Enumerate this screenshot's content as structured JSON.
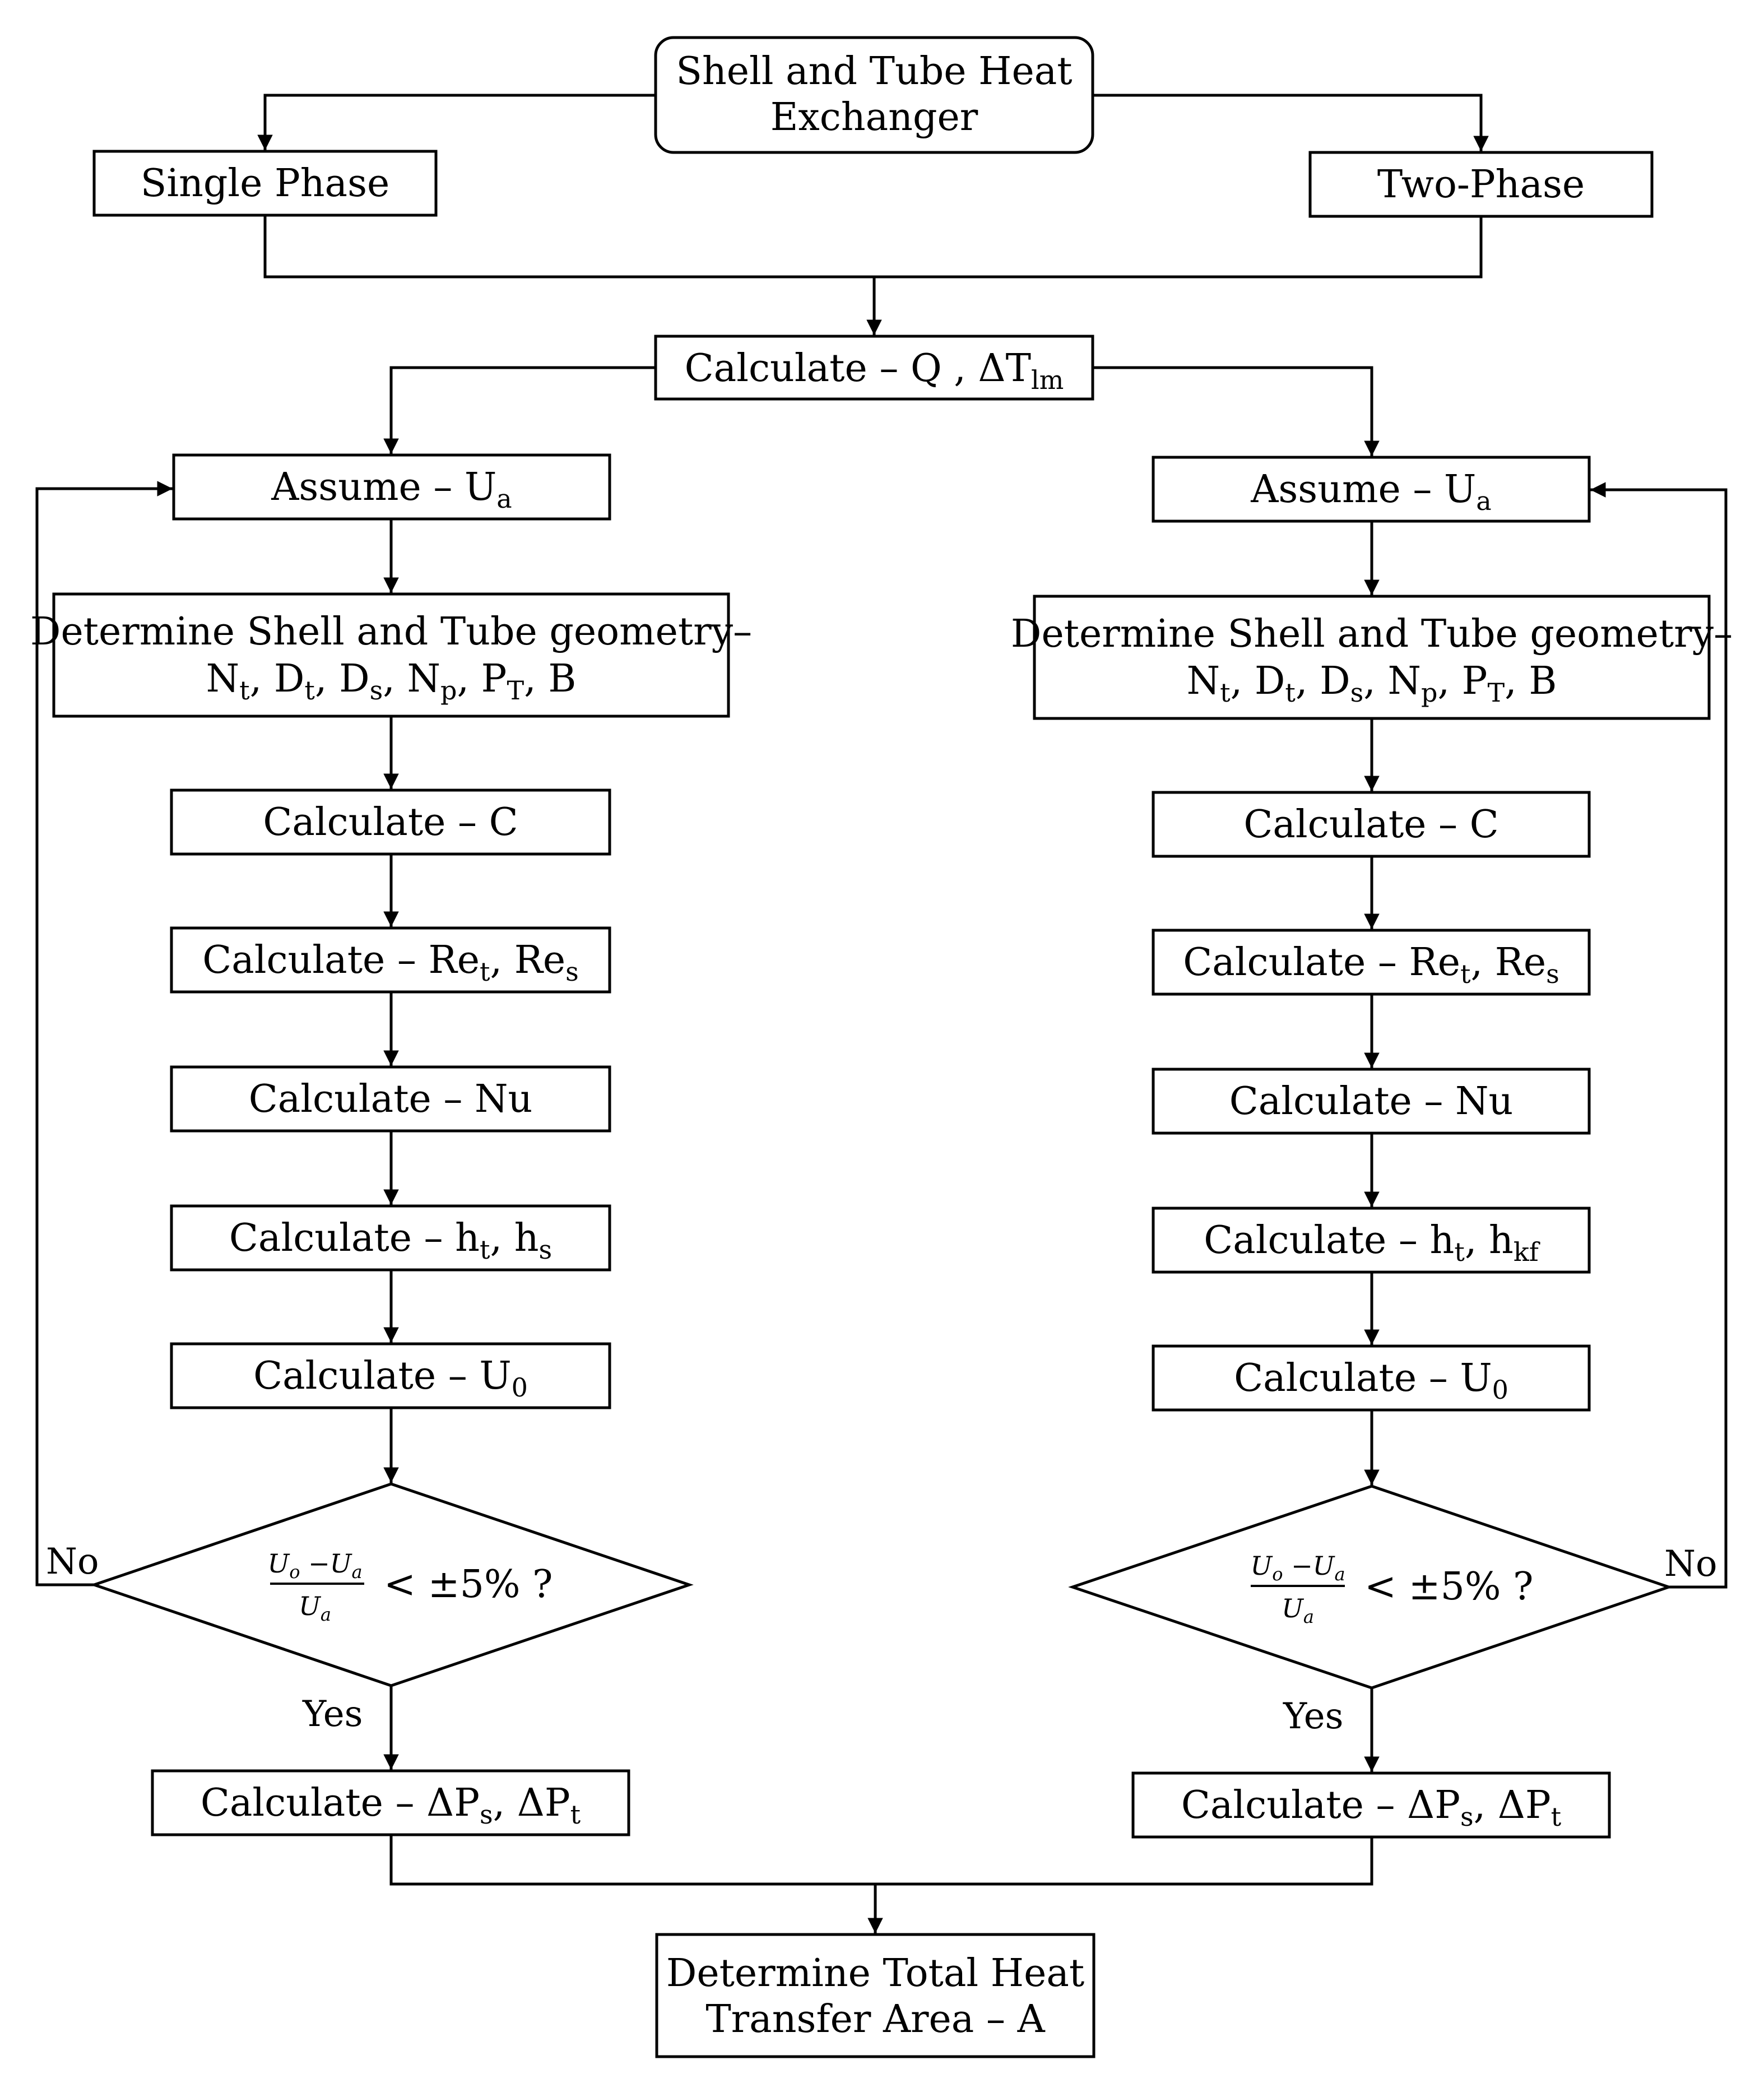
{
  "top": {
    "line1": "Shell and Tube Heat",
    "line2": "Exchanger"
  },
  "phases": {
    "single": "Single Phase",
    "two": "Two-Phase"
  },
  "calc_q": {
    "prefix": "Calculate – Q , ΔT",
    "sub": "lm"
  },
  "left": {
    "assume": {
      "prefix": "Assume – U",
      "sub": "a"
    },
    "geometry": {
      "line1": "Determine Shell and Tube geometry–",
      "g1": "N",
      "g1s": "t",
      "g2": ", D",
      "g2s": "t",
      "g3": ", D",
      "g3s": "s",
      "g4": ", N",
      "g4s": "p",
      "g5": ", P",
      "g5s": "T",
      "g6": ", B"
    },
    "calc_c": "Calculate – C",
    "calc_re": {
      "a": "Calculate – Re",
      "as": "t",
      "b": ", Re",
      "bs": "s"
    },
    "calc_nu": "Calculate – Nu",
    "calc_h": {
      "a": "Calculate – h",
      "as": "t",
      "b": ", h",
      "bs": "s"
    },
    "calc_u0": {
      "a": "Calculate – U",
      "as": "0"
    },
    "decision": {
      "num": "U",
      "num_s1": "o",
      "num_mid": " −U",
      "num_s2": "a",
      "den": "U",
      "den_s": "a",
      "rest": "< ±5% ?"
    },
    "no": "No",
    "yes": "Yes",
    "calc_dp": {
      "a": "Calculate – ΔP",
      "as": "s",
      "b": ", ΔP",
      "bs": "t"
    }
  },
  "right": {
    "assume": {
      "prefix": "Assume – U",
      "sub": "a"
    },
    "geometry": {
      "line1": "Determine Shell and Tube geometry–",
      "g1": "N",
      "g1s": "t",
      "g2": ", D",
      "g2s": "t",
      "g3": ", D",
      "g3s": "s",
      "g4": ", N",
      "g4s": "p",
      "g5": ", P",
      "g5s": "T",
      "g6": ", B"
    },
    "calc_c": "Calculate – C",
    "calc_re": {
      "a": "Calculate – Re",
      "as": "t",
      "b": ", Re",
      "bs": "s"
    },
    "calc_nu": "Calculate – Nu",
    "calc_h": {
      "a": "Calculate – h",
      "as": "t",
      "b": ", h",
      "bs": "kf"
    },
    "calc_u0": {
      "a": "Calculate – U",
      "as": "0"
    },
    "decision": {
      "num": "U",
      "num_s1": "o",
      "num_mid": " −U",
      "num_s2": "a",
      "den": "U",
      "den_s": "a",
      "rest": "< ±5% ?"
    },
    "no": "No",
    "yes": "Yes",
    "calc_dp": {
      "a": "Calculate – ΔP",
      "as": "s",
      "b": ", ΔP",
      "bs": "t"
    }
  },
  "final": {
    "line1": "Determine Total Heat",
    "line2": "Transfer Area – A"
  }
}
